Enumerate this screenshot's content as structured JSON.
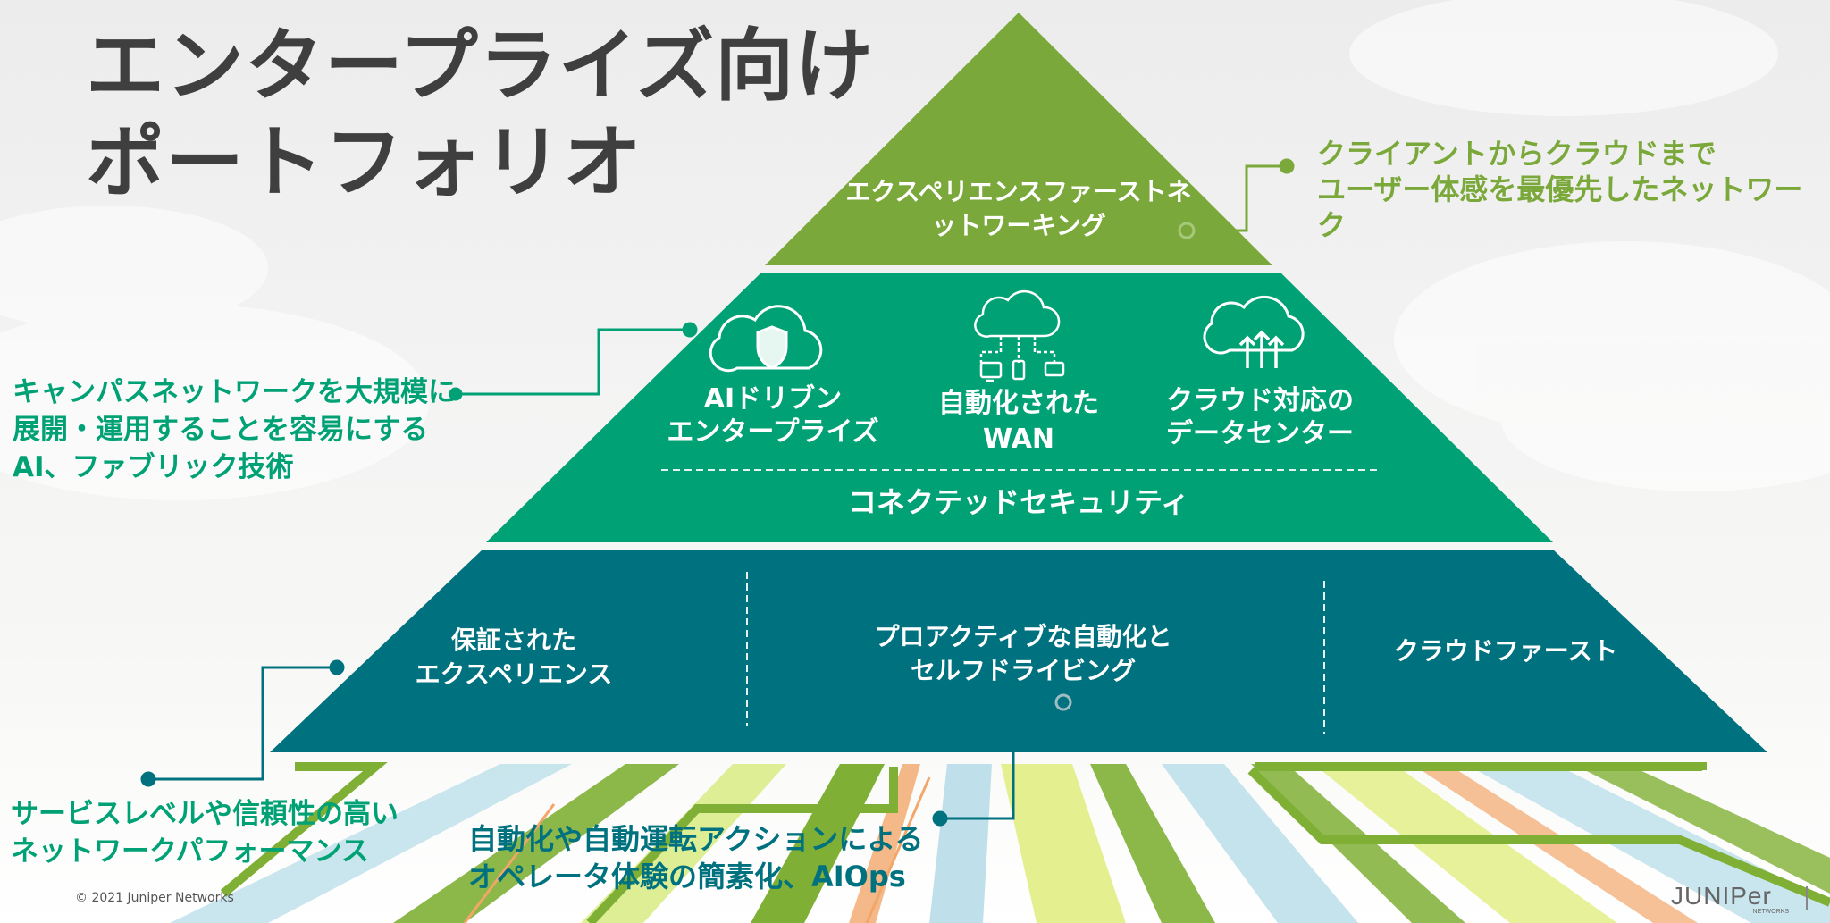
{
  "title": {
    "line1": "エンタープライズ向け",
    "line2": "ポートフォリオ"
  },
  "pyramid": {
    "top": {
      "line1": "エクスペリエンスファーストネ",
      "line2": "ットワーキング"
    },
    "middle": {
      "items": [
        {
          "line1": "AIドリブン",
          "line2": "エンタープライズ",
          "icon": "cloud-shield-icon"
        },
        {
          "line1": "自動化された",
          "line2": "WAN",
          "icon": "cloud-devices-icon"
        },
        {
          "line1": "クラウド対応の",
          "line2": "データセンター",
          "icon": "cloud-arrows-icon"
        }
      ],
      "bottom_label": "コネクテッドセキュリティ"
    },
    "bottom": {
      "items": [
        {
          "line1": "保証された",
          "line2": "エクスペリエンス"
        },
        {
          "line1": "プロアクティブな自動化と",
          "line2": "セルフドライビング"
        },
        {
          "line1": "クラウドファースト",
          "line2": ""
        }
      ]
    }
  },
  "callouts": {
    "top_right": {
      "line1": "クライアントからクラウドまで",
      "line2": "ユーザー体感を最優先したネットワーク"
    },
    "left_middle": {
      "line1": "キャンパスネットワークを大規模に",
      "line2": "展開・運用することを容易にする",
      "line3": "AI、ファブリック技術"
    },
    "bottom_left": {
      "line1": "サービスレベルや信頼性の高い",
      "line2": "ネットワークパフォーマンス"
    },
    "bottom_center": {
      "line1": "自動化や自動運転アクションによる",
      "line2": "オペレータ体験の簡素化、AIOps"
    }
  },
  "footer": {
    "copyright": "© 2021 Juniper Networks",
    "logo": "JUNIPer",
    "logo_sub": "NETWORKS"
  },
  "colors": {
    "top_tier": "#7ba83a",
    "middle_tier": "#00a175",
    "bottom_tier": "#00717e",
    "title": "#3f3f3f"
  }
}
